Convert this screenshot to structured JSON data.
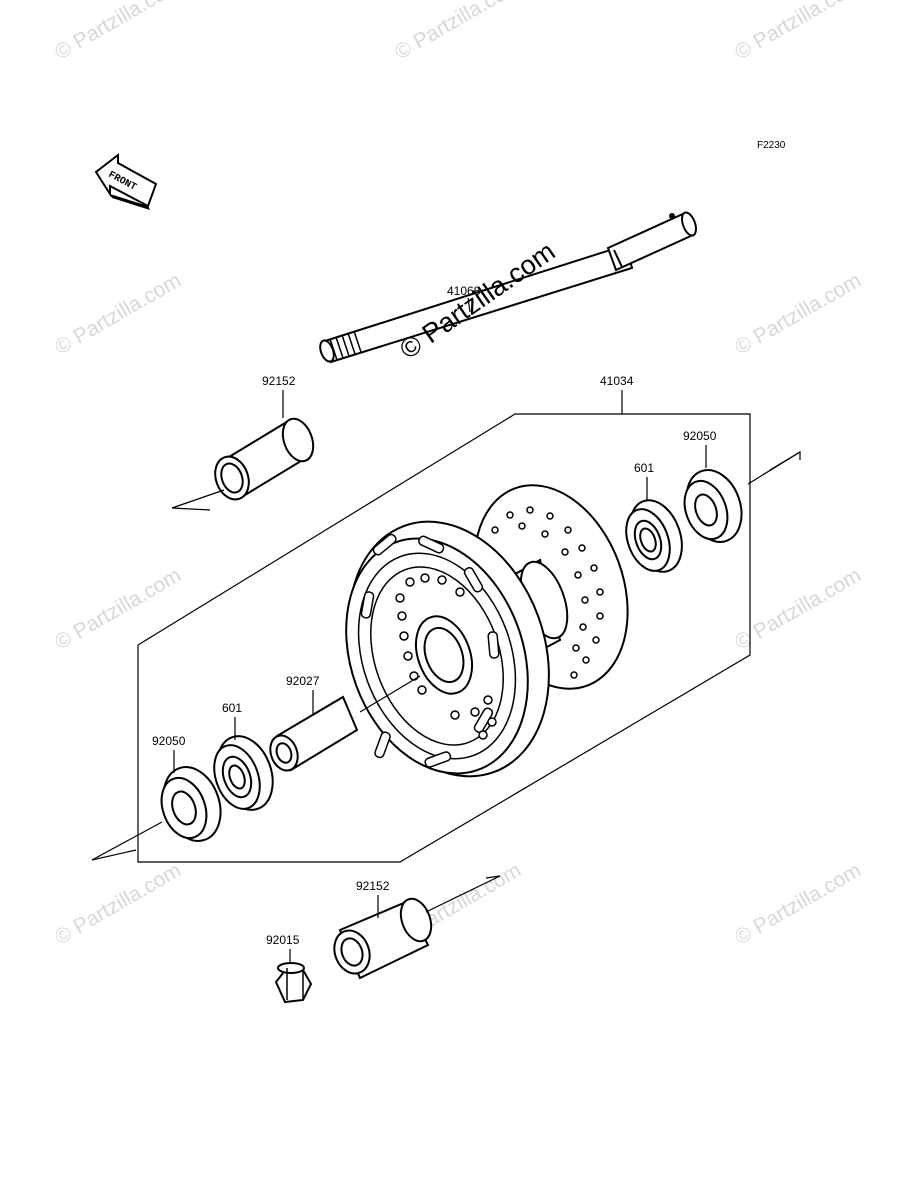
{
  "diagram": {
    "ref_code": "F2230",
    "front_label": "FRONT",
    "watermark_center": "© Partzilla.com",
    "watermark_tile": "© Partzilla.com",
    "parts": {
      "axle": "41068",
      "collar_upper": "92152",
      "hub": "41034",
      "seal_right": "92050",
      "bearing_right": "601",
      "spacer": "92027",
      "bearing_left": "601",
      "seal_left": "92050",
      "collar_lower": "92152",
      "nut": "92015"
    }
  }
}
